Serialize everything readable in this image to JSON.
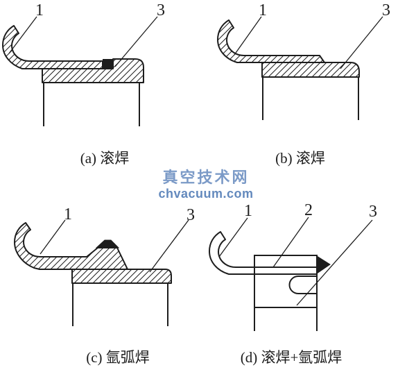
{
  "figure": {
    "background": "#ffffff",
    "line_color": "#1d1d1d",
    "watermark": {
      "title": "真空技术网",
      "domain": "chvacuum.com",
      "title_color": "#7b9ac7",
      "domain_color": "#6389bd"
    },
    "panels": [
      {
        "caption": "(a) 滚焊",
        "labels": [
          "1",
          "3"
        ]
      },
      {
        "caption": "(b) 滚焊",
        "labels": [
          "1",
          "3"
        ]
      },
      {
        "caption": "(c) 氩弧焊",
        "labels": [
          "1",
          "3"
        ]
      },
      {
        "caption": "(d) 滚焊+氩弧焊",
        "labels": [
          "1",
          "2",
          "3"
        ]
      }
    ]
  }
}
